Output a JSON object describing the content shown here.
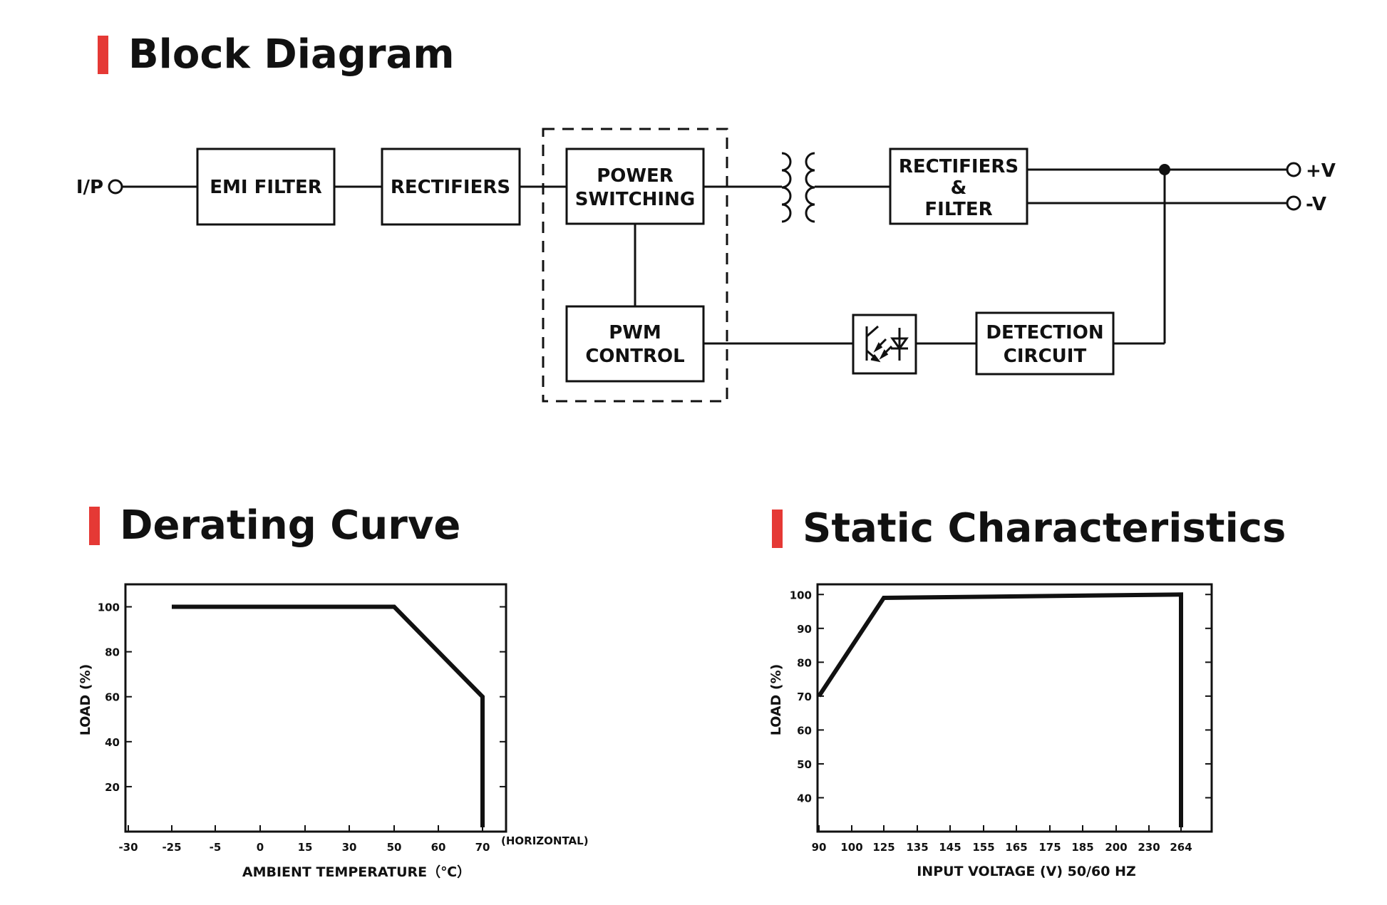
{
  "colors": {
    "accent": "#e53935",
    "line": "#111111"
  },
  "block_diagram": {
    "title": "Block Diagram",
    "input_label": "I/P",
    "blocks": {
      "emi_filter": [
        "EMI FILTER"
      ],
      "rectifiers": [
        "RECTIFIERS"
      ],
      "power_switching": [
        "POWER",
        "SWITCHING"
      ],
      "pwm_control": [
        "PWM",
        "CONTROL"
      ],
      "rectifiers_filter": [
        "RECTIFIERS",
        "&",
        "FILTER"
      ],
      "detection_circuit": [
        "DETECTION",
        "CIRCUIT"
      ]
    },
    "output_pos": "+V",
    "output_neg": "-V",
    "icons": [
      "transformer-icon",
      "optocoupler-icon"
    ]
  },
  "derating_curve": {
    "title": "Derating Curve",
    "chart_data": {
      "type": "line",
      "xlabel": "AMBIENT TEMPERATURE（℃）",
      "ylabel": "LOAD (%)",
      "x_ticks": [
        "-30",
        "-25",
        "-5",
        "0",
        "15",
        "30",
        "50",
        "60",
        "70"
      ],
      "x_note": "(HORIZONTAL)",
      "y_ticks": [
        20,
        40,
        60,
        80,
        100
      ],
      "ylim": [
        0,
        110
      ],
      "series": [
        {
          "points": [
            [
              "-25",
              100
            ],
            [
              "50",
              100
            ],
            [
              "70",
              60
            ],
            [
              "70",
              0
            ]
          ]
        }
      ],
      "grid": false
    }
  },
  "static_characteristics": {
    "title": "Static Characteristics",
    "chart_data": {
      "type": "line",
      "xlabel": "INPUT VOLTAGE (V) 50/60 HZ",
      "ylabel": "LOAD (%)",
      "x_ticks": [
        "90",
        "100",
        "125",
        "135",
        "145",
        "155",
        "165",
        "175",
        "185",
        "200",
        "230",
        "264"
      ],
      "y_ticks": [
        40,
        50,
        60,
        70,
        80,
        90,
        100
      ],
      "ylim": [
        30,
        103
      ],
      "series": [
        {
          "points": [
            [
              "90",
              70
            ],
            [
              "125",
              99
            ],
            [
              "264",
              100
            ],
            [
              "264",
              30
            ]
          ]
        }
      ],
      "grid": false
    }
  }
}
